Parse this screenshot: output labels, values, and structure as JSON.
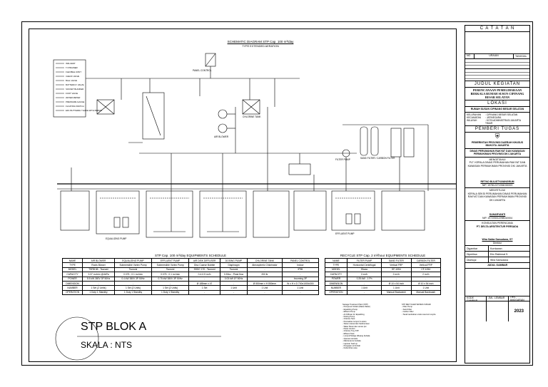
{
  "diagram": {
    "title": "SCHEMATIC DIAGRAM STP Cap. 100 m³/day",
    "subtitle": "TYPE EXTENDED AERATION",
    "legend": [
      "INFLUENT",
      "T-STRAINER",
      "FLEXIBLE JOINT",
      "CHECK VALVE",
      "BALL VALVE",
      "BUTTERFLY VALVE",
      "SOCKET BLANKER",
      "FOOT VALVE",
      "WATER METER",
      "PRESSURE GAUGE",
      "FLOATING SWITCH",
      "EFF. BUTTERFLY VALVE WITH PERMIT"
    ],
    "labels": {
      "panel": "PANEL CONTROL",
      "chlorine_tank": "CHLORINE TANK",
      "air_blower": "AIR BLOWER",
      "filter_pump": "FILTER PUMP",
      "sand_filter": "SAND FILTER / CARBON FILTER",
      "equalizing_pump": "EQUALIZING PUMP",
      "effluent_pump": "EFFLUENT PUMP"
    }
  },
  "schedule": {
    "title": "STP Cap. 100 m³/day EQUIPMENTS SCHEDULE",
    "headers": [
      "NAME",
      "AIR BLOWER",
      "EQUALIZING PUMP",
      "EFFLUENT PUMP",
      "AIR DISK DIFFUSER",
      "DOSING PUMP",
      "CHLORINE TANK",
      "PANEL CONTROL"
    ],
    "rows": [
      [
        "TYPE",
        "Roots Blower",
        "Submersible Vortex Pump",
        "Submersible Vortex Pump",
        "Disc Coarse Bubble",
        "Diaphragm",
        "Atmospheric Chlorinator",
        "Indoor"
      ],
      [
        "MODEL",
        "TSRB 65 - Tsurumi",
        "Tsurumi",
        "Tsurumi",
        "SSDC 170 - Tsurumi",
        "Tsurumi",
        "-",
        "IP55"
      ],
      [
        "CAPACITY",
        "3.37 m³/min @4kPa",
        "0.075 - 0.1 m³/min",
        "0.075 - 0.1 m³/min",
        "0.4-0.5 m³/h",
        "0-50cc - Peak flow",
        "200 ltr",
        "-"
      ],
      [
        "POWER",
        "5.5 kW 380V 3P 50Hz",
        "0.4 kW 380V 3P 50Hz",
        "0.75 kW 380V 3P 50Hz",
        "-",
        "0.03 kW 1P 50Hz",
        "-",
        "Incoming 3P"
      ],
      [
        "DIMENSION",
        "-",
        "-",
        "-",
        "Ø 188mm x 47",
        "-",
        "Ø 550mm x H 850mm",
        "W x H x D 700x1000x300"
      ],
      [
        "NUMBER",
        "1 Set (2 Units)",
        "1 Set (2 Units)",
        "1 Set (2 Units)",
        "1 Set",
        "1 Unit",
        "1 Unit",
        "1 Unit"
      ],
      [
        "OPERATION",
        "1 Duty 1 Standby",
        "1 Duty 1 Standby",
        "1 Duty 1 Standby",
        "-",
        "-",
        "-",
        "-"
      ]
    ]
  },
  "recycle": {
    "title": "RECYCLE STP Cap. 2 m³/hour EQUIPMENTS SCHEDULE",
    "headers": [
      "NAME",
      "FILTER PUMP",
      "SAND FILTER",
      "CARBON FILTER"
    ],
    "rows": [
      [
        "TYPE",
        "Horizontal Centrifugal",
        "Vertical FRP",
        "Vertical FRP"
      ],
      [
        "MODEL",
        "Ebara",
        "SF-1054",
        "CF-1054"
      ],
      [
        "CAPACITY",
        "2 m³/h",
        "2 m³/h",
        "2 m³/h"
      ],
      [
        "POWER",
        "0.25 kW - 1 Ph",
        "-",
        "-"
      ],
      [
        "DIMENSION",
        "-",
        "Ø 10 x 54 inch",
        "Ø 10 x 54 inch"
      ],
      [
        "NUMBER",
        "1 Unit",
        "1 Unit",
        "1 Unit"
      ],
      [
        "OPERATION",
        "-",
        "Manual Backwash",
        "Manual Backwash"
      ]
    ]
  },
  "notes": {
    "left": [
      "Sewage Treatment Plant (STP)",
      "- Pompa air limbah (Waste Water)",
      "- Equalizing Pump",
      "- Effluent Pump",
      "- Air Diffuser for Equalizing",
      "- Dosing Pump",
      "- Chlorine Tank",
      "- Pemisahan lumpur & cairan",
      "- Sistem Aerasi dan Sedimentasi",
      "- Water Meter dan sensor pH",
      "- Panel Control",
      "- Chlorine Tray STP",
      "- Effluent Tank",
      "- Lumpur/Sludge dibuang berkala",
      "- Operasi otomatis",
      "- Maintenance berkala",
      "- Laporan hasil uji",
      "- Pengujian air limbah",
      "- Kebersihan area"
    ],
    "right": [
      "STP RECYCLED WATER 2 M3/HR",
      "- Filter Pump",
      "- Sand Filter",
      "- Carbon Filter",
      "- Tanah tambahan untuk reservoir recycle"
    ]
  },
  "stamp": {
    "name": "STP BLOK A",
    "scale": "SKALA : NTS"
  },
  "title_block": {
    "catatan": "C A T A T A N",
    "rev_headers": [
      "NO",
      "URAIAN",
      "TANGGAL"
    ],
    "judul_kegiatan": "JUDUL KEGIATAN",
    "kegiatan": "PERENCANAAN PEMELIHARAAN BERKALA RUMAH SUSUN CIPINANG BESAR SELATAN",
    "lokasi": "LOKASI",
    "lokasi_text": "RUMAH SUSUN CIPINANG BESAR SELATAN",
    "lokasi_rows": [
      [
        "KELURAHAN",
        ": CIPINANG BESAR SELATAN"
      ],
      [
        "KECAMATAN",
        ": JATINEGARA"
      ],
      [
        "WILAYAH",
        ": KOTA ADMINISTRASI JAKARTA TIMUR"
      ]
    ],
    "pemberi_tugas": "PEMBERI TUGAS",
    "pemerintah": "PEMERINTAH PROVINSI DAERAH KHUSUS IBUKOTA JAKARTA",
    "dinas": "DINAS PERUMAHAN RAKYAT DAN KAWASAN PERMUKIMAN PROVINSI DKI JAKARTA",
    "mengetahui": "MENGETAHUI",
    "plt": "PLT. KEPALA DINAS PERUMAHAN RAKYAT DAN KAWASAN PERMUKIMAN PROVINSI DKI JAKARTA",
    "name1": "RETNO BULISTYANINGRUM",
    "nip1": "NIP. 197812271994032003",
    "menyetujui": "MENYETUJUI",
    "kepala_seksi": "KEPALA SEKSI PERUMAHAN DINAS PERUMAHAN RAKYAT DAN KAWASAN PERMUKIMAN PROVINSI DKI JAKARTA",
    "name2": "SUHARYANTI",
    "nip2": "NIP. 197205011998032004",
    "konsultan": "KONSULTAN PERENCANA",
    "konsultan_name": "PT. DELTA ARSITEKTUR PERSADA",
    "direktur": "Wira Sakta Samudana, ST",
    "direktur_role": "Direktur",
    "staff": [
      [
        "Digambar",
        "Kurniawan"
      ],
      [
        "Diperiksa",
        "Eric Rakhmat S."
      ],
      [
        "Disetujui",
        "Wira Samudana"
      ]
    ],
    "judul_gambar": "JUDUL GAMBAR",
    "footer": [
      "KODE GAMBAR",
      "JML. LEMBAR",
      "THN. ANGGARAN"
    ],
    "year": "2023"
  }
}
